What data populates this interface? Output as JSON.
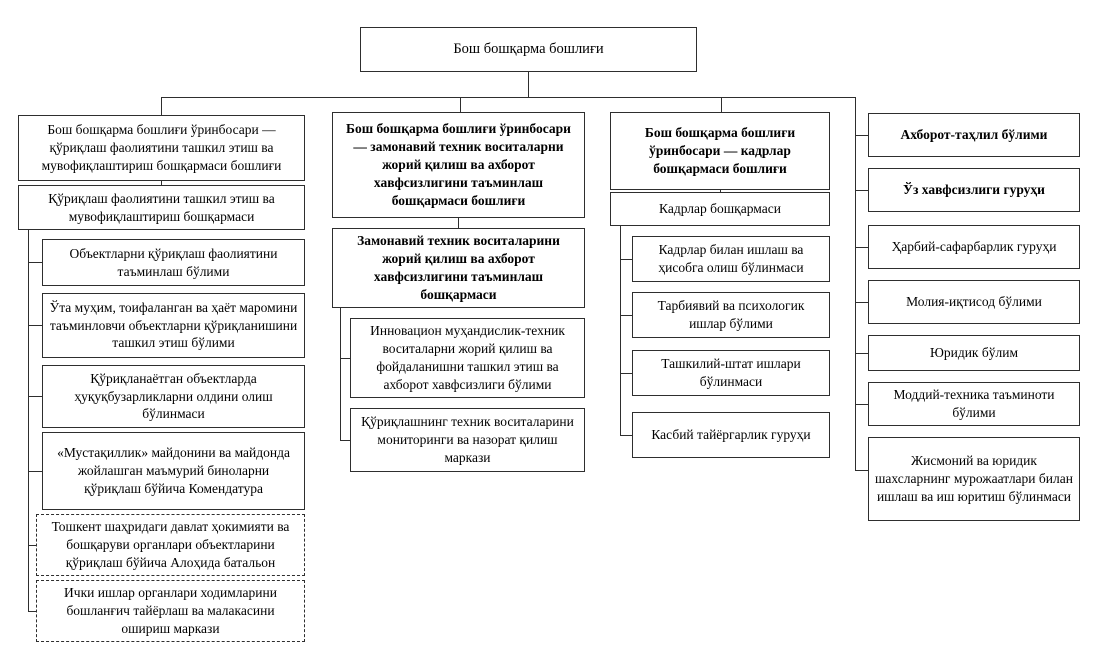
{
  "org": {
    "root": "Бош бошқарма бошлиғи",
    "columns": {
      "protection": {
        "deputy": "Бош бошқарма бошлиғи ўринбосари — қўриқлаш фаолиятини ташкил этиш ва мувофиқлаштириш бошқармаси бошлиғи",
        "department": "Қўриқлаш фаолиятини ташкил этиш ва мувофиқлаштириш бошқармаси",
        "units": [
          "Объектларни қўриқлаш фаолиятини таъминлаш бўлими",
          "Ўта муҳим, тоифаланган ва ҳаёт маромини таъминловчи объектларни қўриқланишини ташкил этиш бўлими",
          "Қўриқланаётган объектларда ҳуқуқбузарликларни олдини олиш бўлинмаси",
          "«Мустақиллик» майдонини ва майдонда жойлашган маъмурий биноларни қўриқлаш бўйича Комендатура"
        ],
        "attached_units": [
          "Тошкент шаҳридаги давлат ҳокимияти ва бошқаруви органлари объектларини қўриқлаш бўйича Алоҳида батальон",
          "Ички ишлар органлари ходимларини бошланғич тайёрлаш ва малакасини ошириш маркази"
        ]
      },
      "technical": {
        "deputy": "Бош бошқарма бошлиғи ўринбосари — замонавий техник воситаларни жорий қилиш ва ахборот хавфсизлигини таъминлаш бошқармаси бошлиғи",
        "department": "Замонавий техник воситаларини жорий қилиш ва ахборот хавфсизлигини таъминлаш бошқармаси",
        "units": [
          "Инновацион муҳандислик-техник воситаларни жорий қилиш ва фойдаланишни ташкил этиш ва ахборот хавфсизлиги бўлими",
          "Қўриқлашнинг техник воситаларини мониторинги ва назорат қилиш маркази"
        ]
      },
      "personnel": {
        "deputy": "Бош бошқарма бошлиғи ўринбосари — кадрлар бошқармаси бошлиғи",
        "department": "Кадрлар бошқармаси",
        "units": [
          "Кадрлар билан ишлаш ва ҳисобга олиш бўлинмаси",
          "Тарбиявий ва психологик ишлар бўлими",
          "Ташкилий-штат ишлари бўлинмаси",
          "Касбий тайёргарлик гуруҳи"
        ]
      },
      "direct_report": {
        "units": [
          "Ахборот-таҳлил бўлими",
          "Ўз хавфсизлиги гуруҳи",
          "Ҳарбий-сафарбарлик гуруҳи",
          "Молия-иқтисод бўлими",
          "Юридик бўлим",
          "Моддий-техника таъминоти бўлими",
          "Жисмоний ва юридик шахсларнинг мурожаатлари билан ишлаш ва иш юритиш бўлинмаси"
        ]
      }
    }
  },
  "colors": {
    "line": "#2e2e2e",
    "text": "#000000",
    "background": "#ffffff"
  }
}
